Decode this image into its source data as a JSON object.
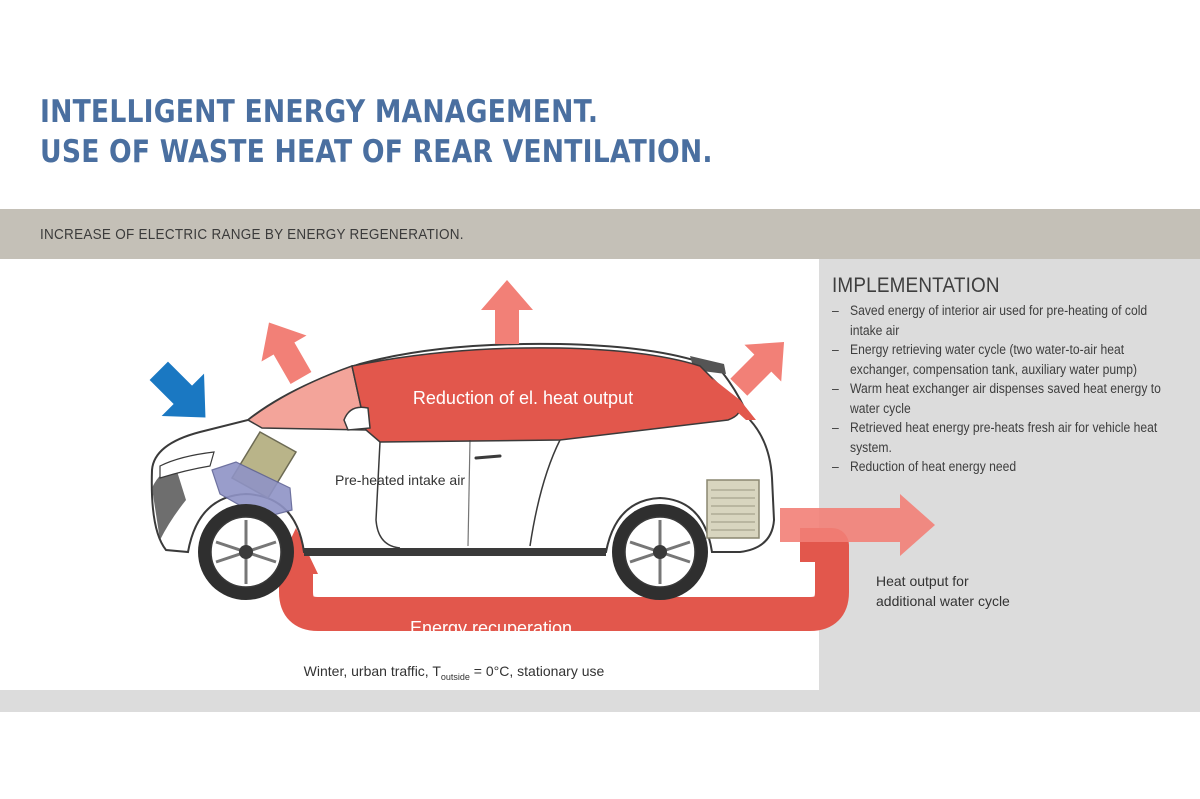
{
  "title": {
    "line1": "INTELLIGENT ENERGY MANAGEMENT.",
    "line2": "USE OF WASTE HEAT OF REAR VENTILATION."
  },
  "subtitle": "INCREASE OF ELECTRIC RANGE BY ENERGY REGENERATION.",
  "implementation": {
    "heading": "IMPLEMENTATION",
    "items": [
      "Saved energy of interior air used for pre-heating of cold intake air",
      "Energy retrieving water cycle (two water-to-air heat exchanger, compensation tank, auxiliary water pump)",
      "Warm heat exchanger air dispenses saved heat energy to water cycle",
      "Retrieved heat energy pre-heats fresh air for vehicle heat system.",
      "Reduction of heat energy need"
    ]
  },
  "diagram": {
    "cabin_label": "Reduction of el. heat output",
    "intake_label": "Pre-heated intake air",
    "loop_label": "Energy recuperation",
    "heat_output_line1": "Heat output for",
    "heat_output_line2": "additional water cycle",
    "conditions_prefix": "Winter, urban traffic, T",
    "conditions_subscript": "outside",
    "conditions_suffix": " = 0°C, stationary use"
  },
  "colors": {
    "title_blue": "#4a6fa0",
    "band_gray": "#c4c0b7",
    "panel_gray": "#dcdcdc",
    "heat_red": "#e2574c",
    "heat_arrow_pink": "#f28077",
    "cold_arrow_blue": "#1a78c2"
  }
}
